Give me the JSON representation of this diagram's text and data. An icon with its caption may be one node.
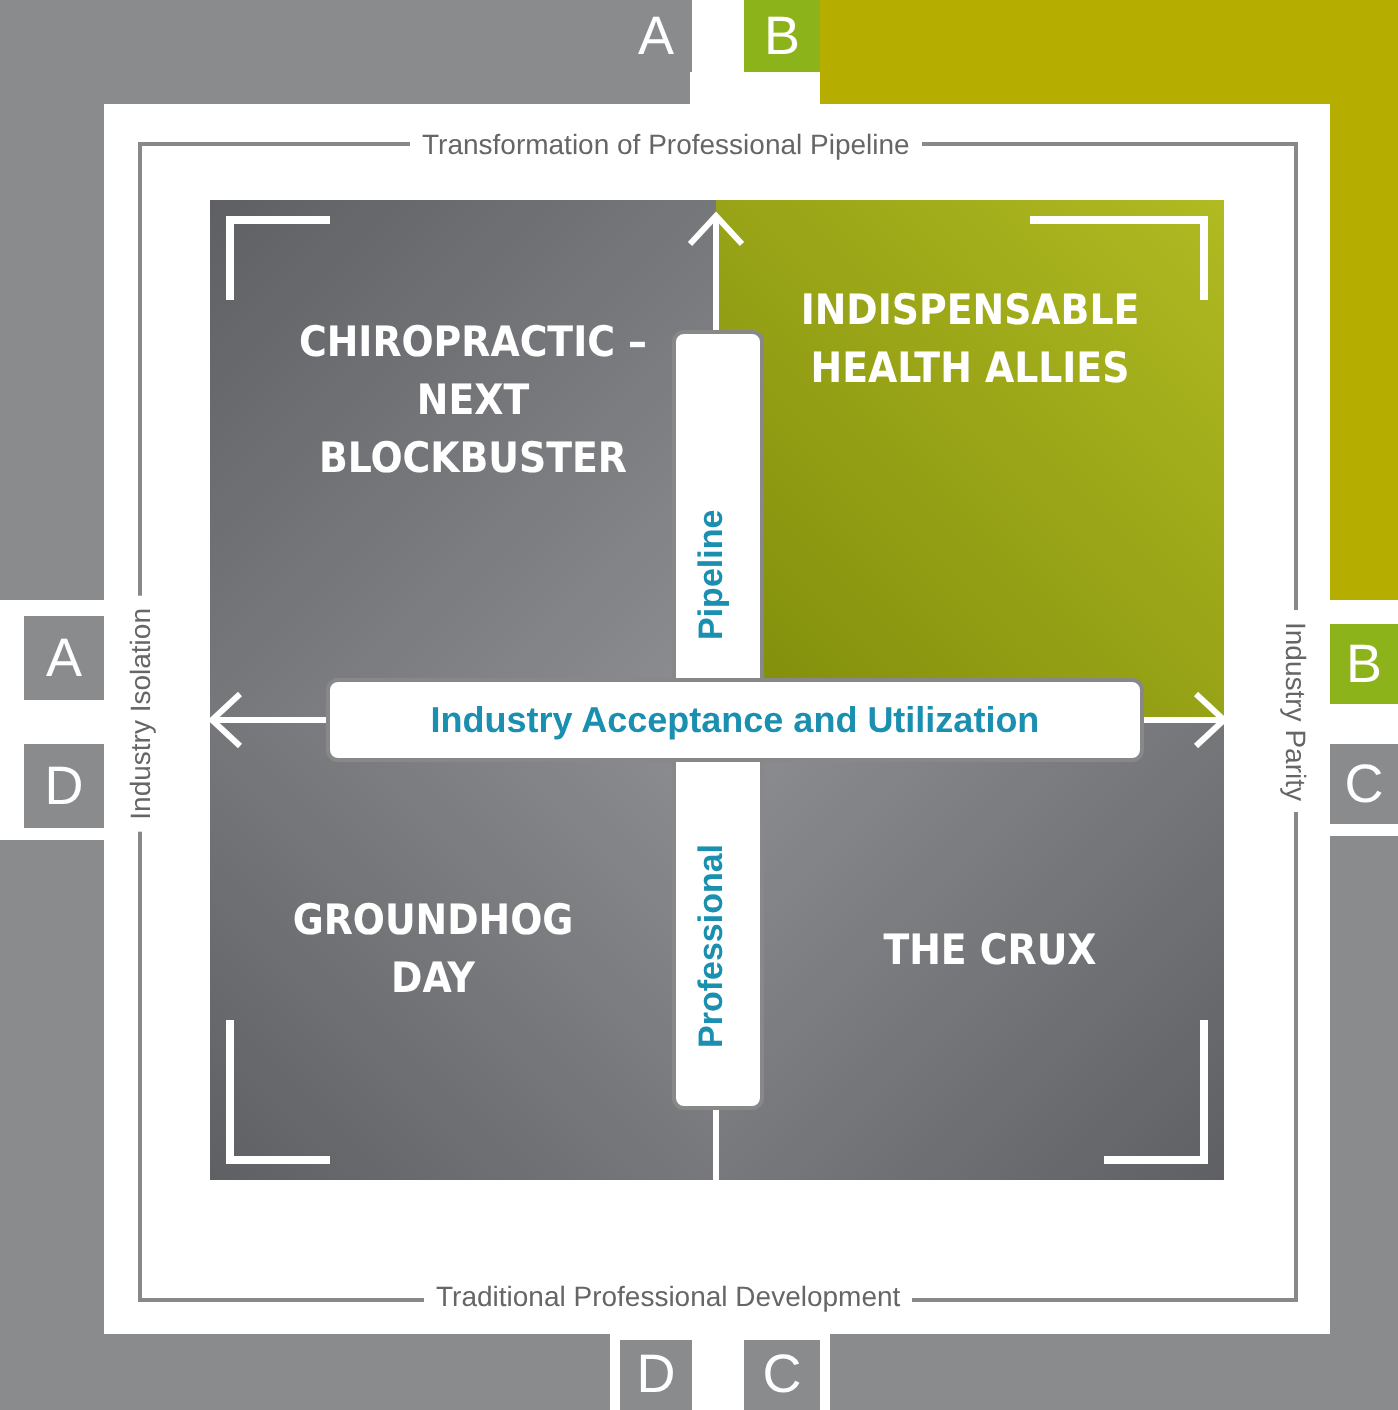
{
  "diagram": {
    "nodes": [
      {
        "text": [
          "CHIROPRACTIC – NEXT BLOCKBUSTER"
        ]
      },
      {
        "text": [
          "INDISPENSABLE HEALTH ALLIES"
        ]
      },
      {
        "text": [
          "GROUNDHOG DAY"
        ]
      },
      {
        "text": [
          "THE CRUX"
        ]
      },
      {
        "text": [
          "Professional Pipeline"
        ]
      },
      {
        "text": [
          "Industry Acceptance and Utilization"
        ]
      }
    ],
    "labels": [
      "A",
      "B",
      "Transformation of Professional Pipeline",
      "A",
      "Industry Isolation",
      "Industry Parity",
      "B",
      "D",
      "C",
      "Traditional Professional Development",
      "D",
      "C"
    ]
  }
}
